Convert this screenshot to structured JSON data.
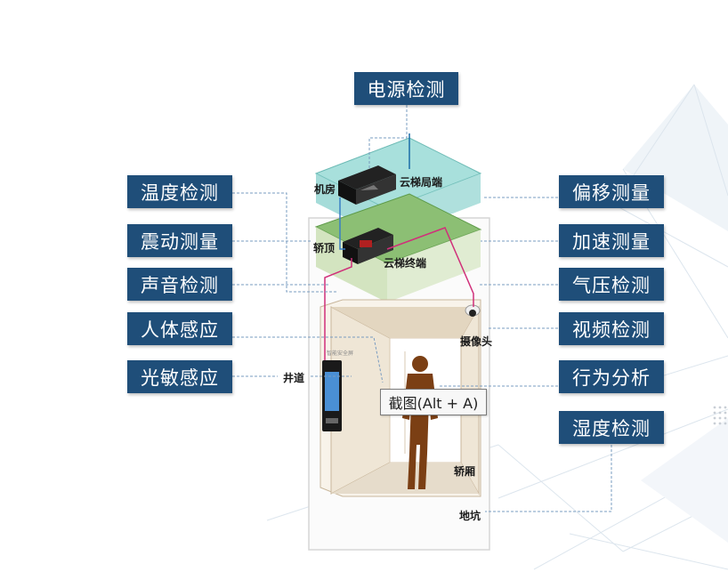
{
  "labels": {
    "power": "电源检测",
    "temperature": "温度检测",
    "vibration": "震动测量",
    "sound": "声音检测",
    "human": "人体感应",
    "light": "光敏感应",
    "offset": "偏移测量",
    "acceleration": "加速测量",
    "pressure": "气压检测",
    "video": "视频检测",
    "behavior": "行为分析",
    "humidity": "湿度检测"
  },
  "diagram": {
    "machine_room": "机房",
    "cloud_local": "云梯局端",
    "car_top": "轿顶",
    "cloud_terminal": "云梯终端",
    "camera": "摄像头",
    "shaft": "井道",
    "car": "轿厢",
    "pit": "地坑",
    "screen_caption": "智能安全屏"
  },
  "tooltip": "截图(Alt + A)",
  "colors": {
    "label_bg": "#1f4e79",
    "machine_room_fill": "#8fd3cf",
    "car_top_fill": "#7fb36a",
    "wire": "#d0307a",
    "leader": "#7a9cc0"
  }
}
